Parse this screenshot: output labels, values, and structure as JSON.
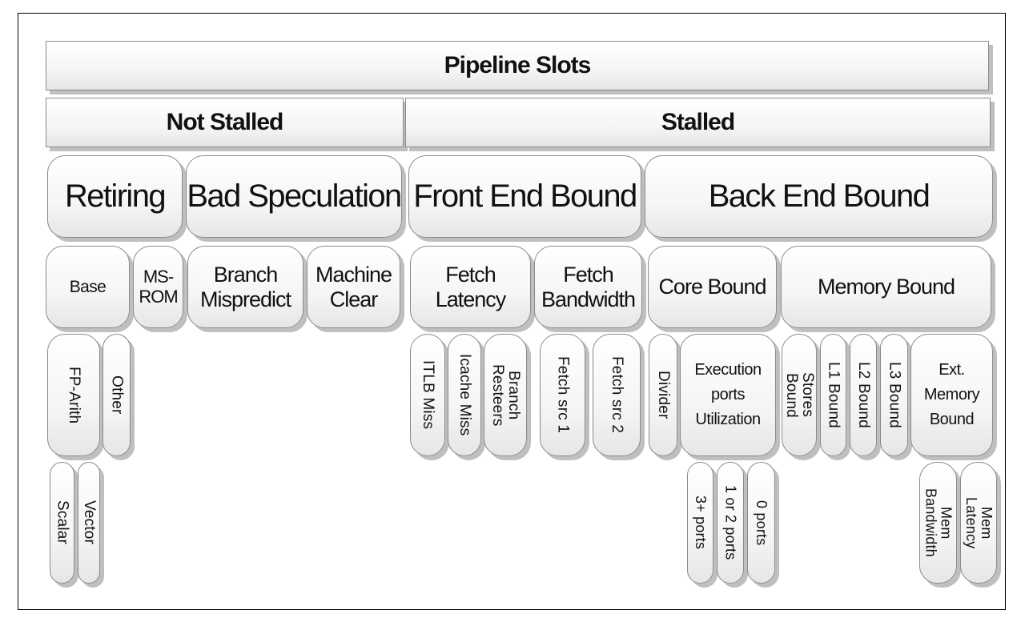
{
  "diagram": {
    "root": "Pipeline Slots",
    "level1": {
      "not_stalled": "Not Stalled",
      "stalled": "Stalled"
    },
    "level2": {
      "retiring": "Retiring",
      "bad_speculation": "Bad Speculation",
      "front_end_bound": "Front End Bound",
      "back_end_bound": "Back End Bound"
    },
    "level3": {
      "base": "Base",
      "ms_rom": "MS-\nROM",
      "branch_mispredict": "Branch\nMispredict",
      "machine_clear": "Machine\nClear",
      "fetch_latency": "Fetch\nLatency",
      "fetch_bandwidth": "Fetch\nBandwidth",
      "core_bound": "Core Bound",
      "memory_bound": "Memory Bound"
    },
    "level4": {
      "fp_arith": "FP-Arith",
      "other": "Other",
      "itlb_miss": "ITLB Miss",
      "icache_miss": "Icache Miss",
      "branch_resteers": "Branch\nResteers",
      "fetch_src_1": "Fetch src 1",
      "fetch_src_2": "Fetch src 2",
      "divider": "Divider",
      "execution_ports_utilization": "Execution\nports\nUtilization",
      "stores_bound": "Stores\nBound",
      "l1_bound": "L1 Bound",
      "l2_bound": "L2 Bound",
      "l3_bound": "L3 Bound",
      "ext_memory_bound": "Ext.\nMemory\nBound"
    },
    "level5": {
      "scalar": "Scalar",
      "vector": "Vector",
      "ports_3plus": "3+ ports",
      "ports_1or2": "1 or 2 ports",
      "ports_0": "0 ports",
      "mem_bandwidth": "Mem\nBandwidth",
      "mem_latency": "Mem\nLatency"
    }
  }
}
